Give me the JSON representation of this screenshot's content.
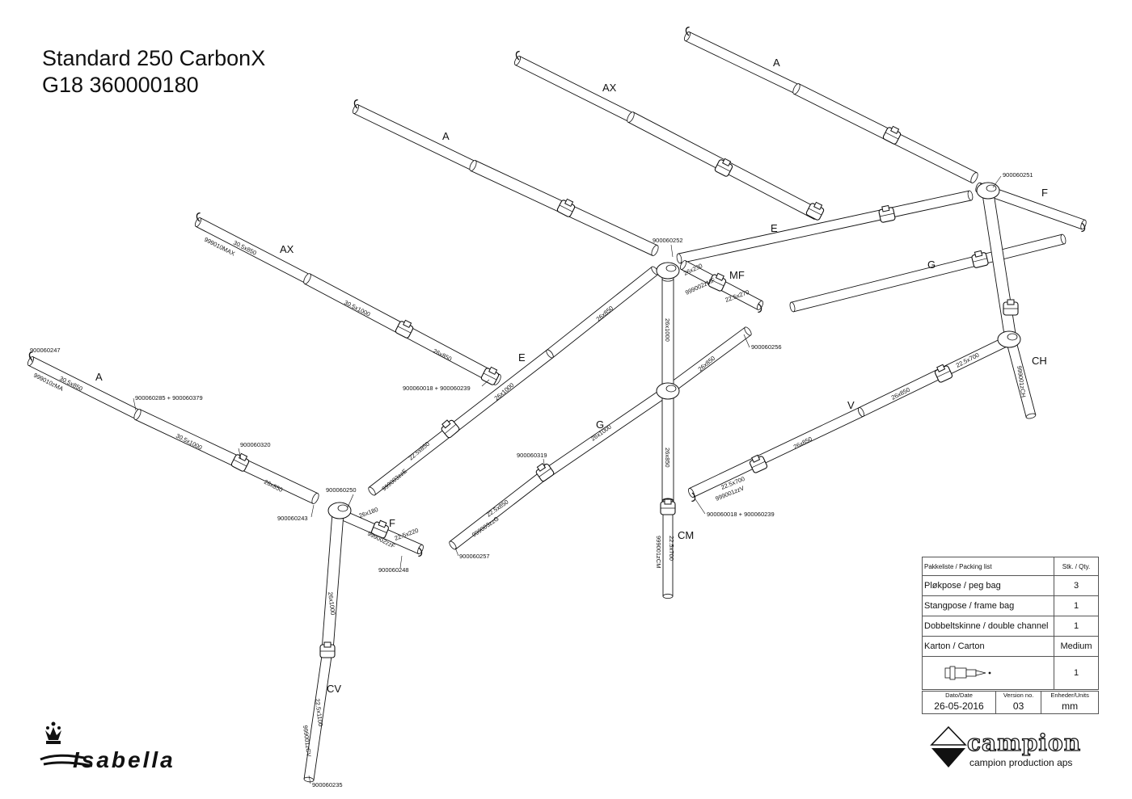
{
  "header": {
    "title_line1": "Standard 250 CarbonX",
    "title_line2": "G18 360000180"
  },
  "diagram": {
    "section_labels": {
      "a_top": "A",
      "ax_top": "AX",
      "a_mid": "A",
      "ax_left": "AX",
      "a_left": "A",
      "e_right": "E",
      "e_left": "E",
      "f_right": "F",
      "f_left": "F",
      "g_right": "G",
      "g_mid": "G",
      "mf": "MF",
      "ch": "CH",
      "v": "V",
      "cm": "CM",
      "cv": "CV"
    },
    "part_numbers": {
      "p251": "900060251",
      "p252": "900060252",
      "p256": "900060256",
      "p247": "900060247",
      "p285_379": "900060285 + 900060379",
      "p320": "900060320",
      "p243": "900060243",
      "p018_239_a": "900060018 + 900060239",
      "p250": "900060250",
      "p248": "900060248",
      "p319": "900060319",
      "p257": "900060257",
      "p018_239_b": "900060018 + 900060239",
      "p235": "900060235"
    },
    "dimensions": {
      "ax_l1": "30.5x850",
      "ax_l2": "30.5x1000",
      "ax_l3": "26x850",
      "ax_code": "999010MAX",
      "a_l1": "30.5x850",
      "a_l2": "30.5x1000",
      "a_l3": "26x850",
      "a_code": "999010zMA",
      "e_l1": "26x850",
      "e_l2": "26x1000",
      "e_l3": "22.5x850",
      "e_code": "999003zzE",
      "mf_l1": "26x230",
      "mf_l2": "22.5x270",
      "mf_code": "999002zMF",
      "cm_l1": "26x1000",
      "cm_l2": "26x850",
      "cm_l3": "22.5x700",
      "cm_code": "999001zCM",
      "g_l1": "26x850",
      "g_l2": "26x1000",
      "g_l3": "22.5x850",
      "g_code": "999003zzG",
      "f_l1": "26x180",
      "f_l2": "22.5x220",
      "f_code": "999002zzF",
      "v_l1": "22.5x700",
      "v_l2": "26x850",
      "v_l3": "26x850",
      "v_l4": "22.5x700",
      "v_code": "999001zzV",
      "ch_code": "999001zCH",
      "cv_l1": "26x1000",
      "cv_l2": "22.5x1100",
      "cv_code": "999001zCV"
    }
  },
  "packing_list": {
    "header_item": "Pakkeliste / Packing list",
    "header_qty": "Stk. / Qty.",
    "rows": [
      {
        "item": "Pløkpose / peg bag",
        "qty": "3"
      },
      {
        "item": "Stangpose / frame bag",
        "qty": "1"
      },
      {
        "item": "Dobbeltskinne / double channel",
        "qty": "1"
      },
      {
        "item": "Karton / Carton",
        "qty": "Medium"
      },
      {
        "item": "",
        "qty": "1"
      }
    ],
    "carton_icon": "tool-icon"
  },
  "meta": {
    "date_label": "Dato/Date",
    "date_value": "26-05-2016",
    "version_label": "Version no.",
    "version_value": "03",
    "units_label": "Enheder/Units",
    "units_value": "mm"
  },
  "brand": {
    "maker_name": "campion",
    "maker_sub": "campion production aps",
    "logo_left": "Isabella"
  },
  "colors": {
    "line": "#111111",
    "tube_fill": "#ffffff",
    "background": "#ffffff"
  }
}
